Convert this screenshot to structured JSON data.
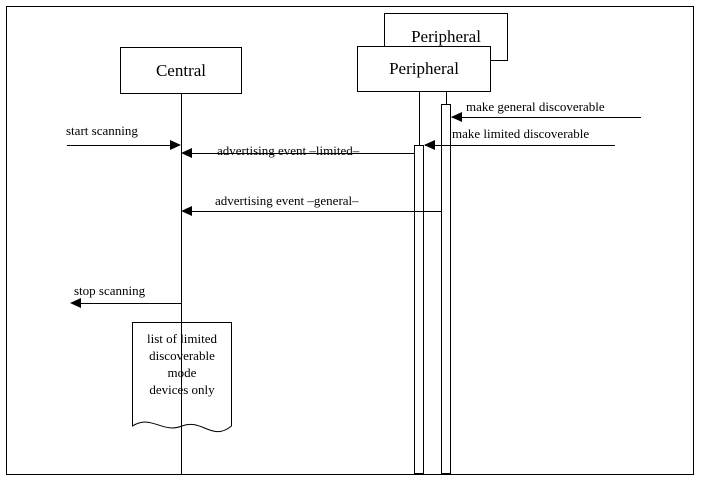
{
  "diagram": {
    "type": "sequence-diagram",
    "participants": [
      {
        "id": "central",
        "label": "Central"
      },
      {
        "id": "peripheral-back",
        "label": "Peripheral"
      },
      {
        "id": "peripheral-front",
        "label": "Peripheral"
      }
    ],
    "messages": [
      {
        "id": "make-general-discoverable",
        "label": "make general discoverable",
        "direction": "left"
      },
      {
        "id": "make-limited-discoverable",
        "label": "make limited discoverable",
        "direction": "left"
      },
      {
        "id": "advertising-event-limited",
        "label": "advertising event –limited–",
        "direction": "left"
      },
      {
        "id": "advertising-event-general",
        "label": "advertising event –general–",
        "direction": "left"
      },
      {
        "id": "start-scanning",
        "label": "start scanning",
        "direction": "right"
      },
      {
        "id": "stop-scanning",
        "label": "stop scanning",
        "direction": "left"
      }
    ],
    "note": {
      "id": "result-note",
      "lines": [
        "list of limited",
        "discoverable",
        "mode",
        "devices only"
      ]
    },
    "colors": {
      "stroke": "#000000",
      "background": "#ffffff"
    }
  }
}
